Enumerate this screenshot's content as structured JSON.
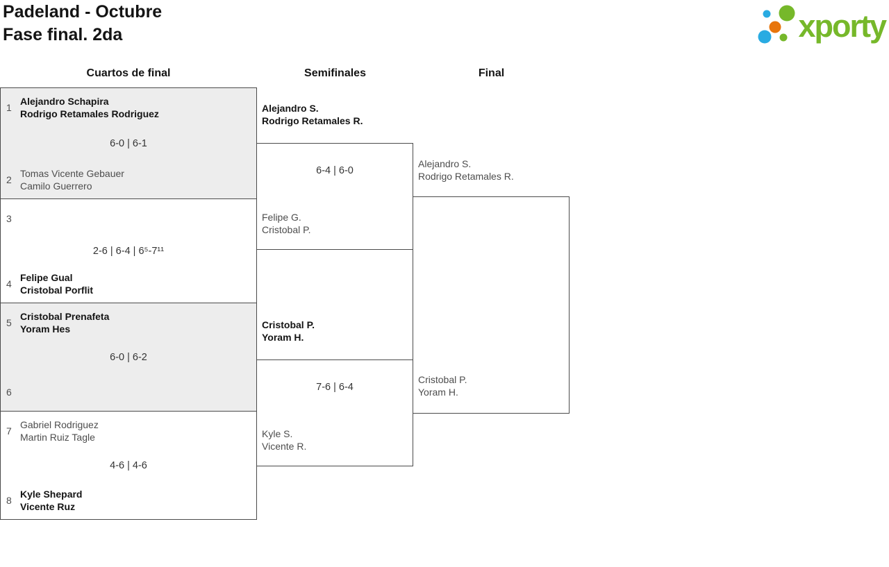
{
  "header": {
    "title_line1": "Padeland - Octubre",
    "title_line2": "Fase final. 2da"
  },
  "logo": {
    "text": "xporty",
    "colors": {
      "green": "#76b82a",
      "blue": "#29abe2",
      "orange": "#e8750c"
    }
  },
  "rounds": {
    "quarterfinals_label": "Cuartos de final",
    "semifinals_label": "Semifinales",
    "final_label": "Final"
  },
  "colors": {
    "match_alt_background": "#ededed",
    "border": "#4a4a4a",
    "winner_text": "#141414",
    "regular_text": "#4d4d4d"
  },
  "quarterfinals": [
    {
      "top_seed": "1",
      "top_team": [
        "Alejandro Schapira",
        "Rodrigo Retamales Rodriguez"
      ],
      "score": "6-0 | 6-1",
      "bottom_seed": "2",
      "bottom_team": [
        "Tomas Vicente Gebauer",
        "Camilo Guerrero"
      ]
    },
    {
      "top_seed": "3",
      "top_team": [
        "",
        ""
      ],
      "score": "2-6 | 6-4 | 6⁵-7¹¹",
      "bottom_seed": "4",
      "bottom_team": [
        "Felipe Gual",
        "Cristobal Porflit"
      ]
    },
    {
      "top_seed": "5",
      "top_team": [
        "Cristobal Prenafeta",
        "Yoram Hes"
      ],
      "score": "6-0 | 6-2",
      "bottom_seed": "6",
      "bottom_team": [
        "",
        ""
      ]
    },
    {
      "top_seed": "7",
      "top_team": [
        "Gabriel Rodriguez",
        "Martin Ruiz Tagle"
      ],
      "score": "4-6 | 4-6",
      "bottom_seed": "8",
      "bottom_team": [
        "Kyle Shepard",
        "Vicente Ruz"
      ]
    }
  ],
  "semifinals": [
    {
      "top_team": [
        "Alejandro S.",
        "Rodrigo Retamales R."
      ],
      "score": "6-4 | 6-0",
      "bottom_team": [
        "Felipe G.",
        "Cristobal P."
      ]
    },
    {
      "top_team": [
        "Cristobal P.",
        "Yoram H."
      ],
      "score": "7-6 | 6-4",
      "bottom_team": [
        "Kyle S.",
        "Vicente R."
      ]
    }
  ],
  "final": {
    "top_team": [
      "Alejandro S.",
      "Rodrigo Retamales R."
    ],
    "bottom_team": [
      "Cristobal P.",
      "Yoram H."
    ]
  }
}
